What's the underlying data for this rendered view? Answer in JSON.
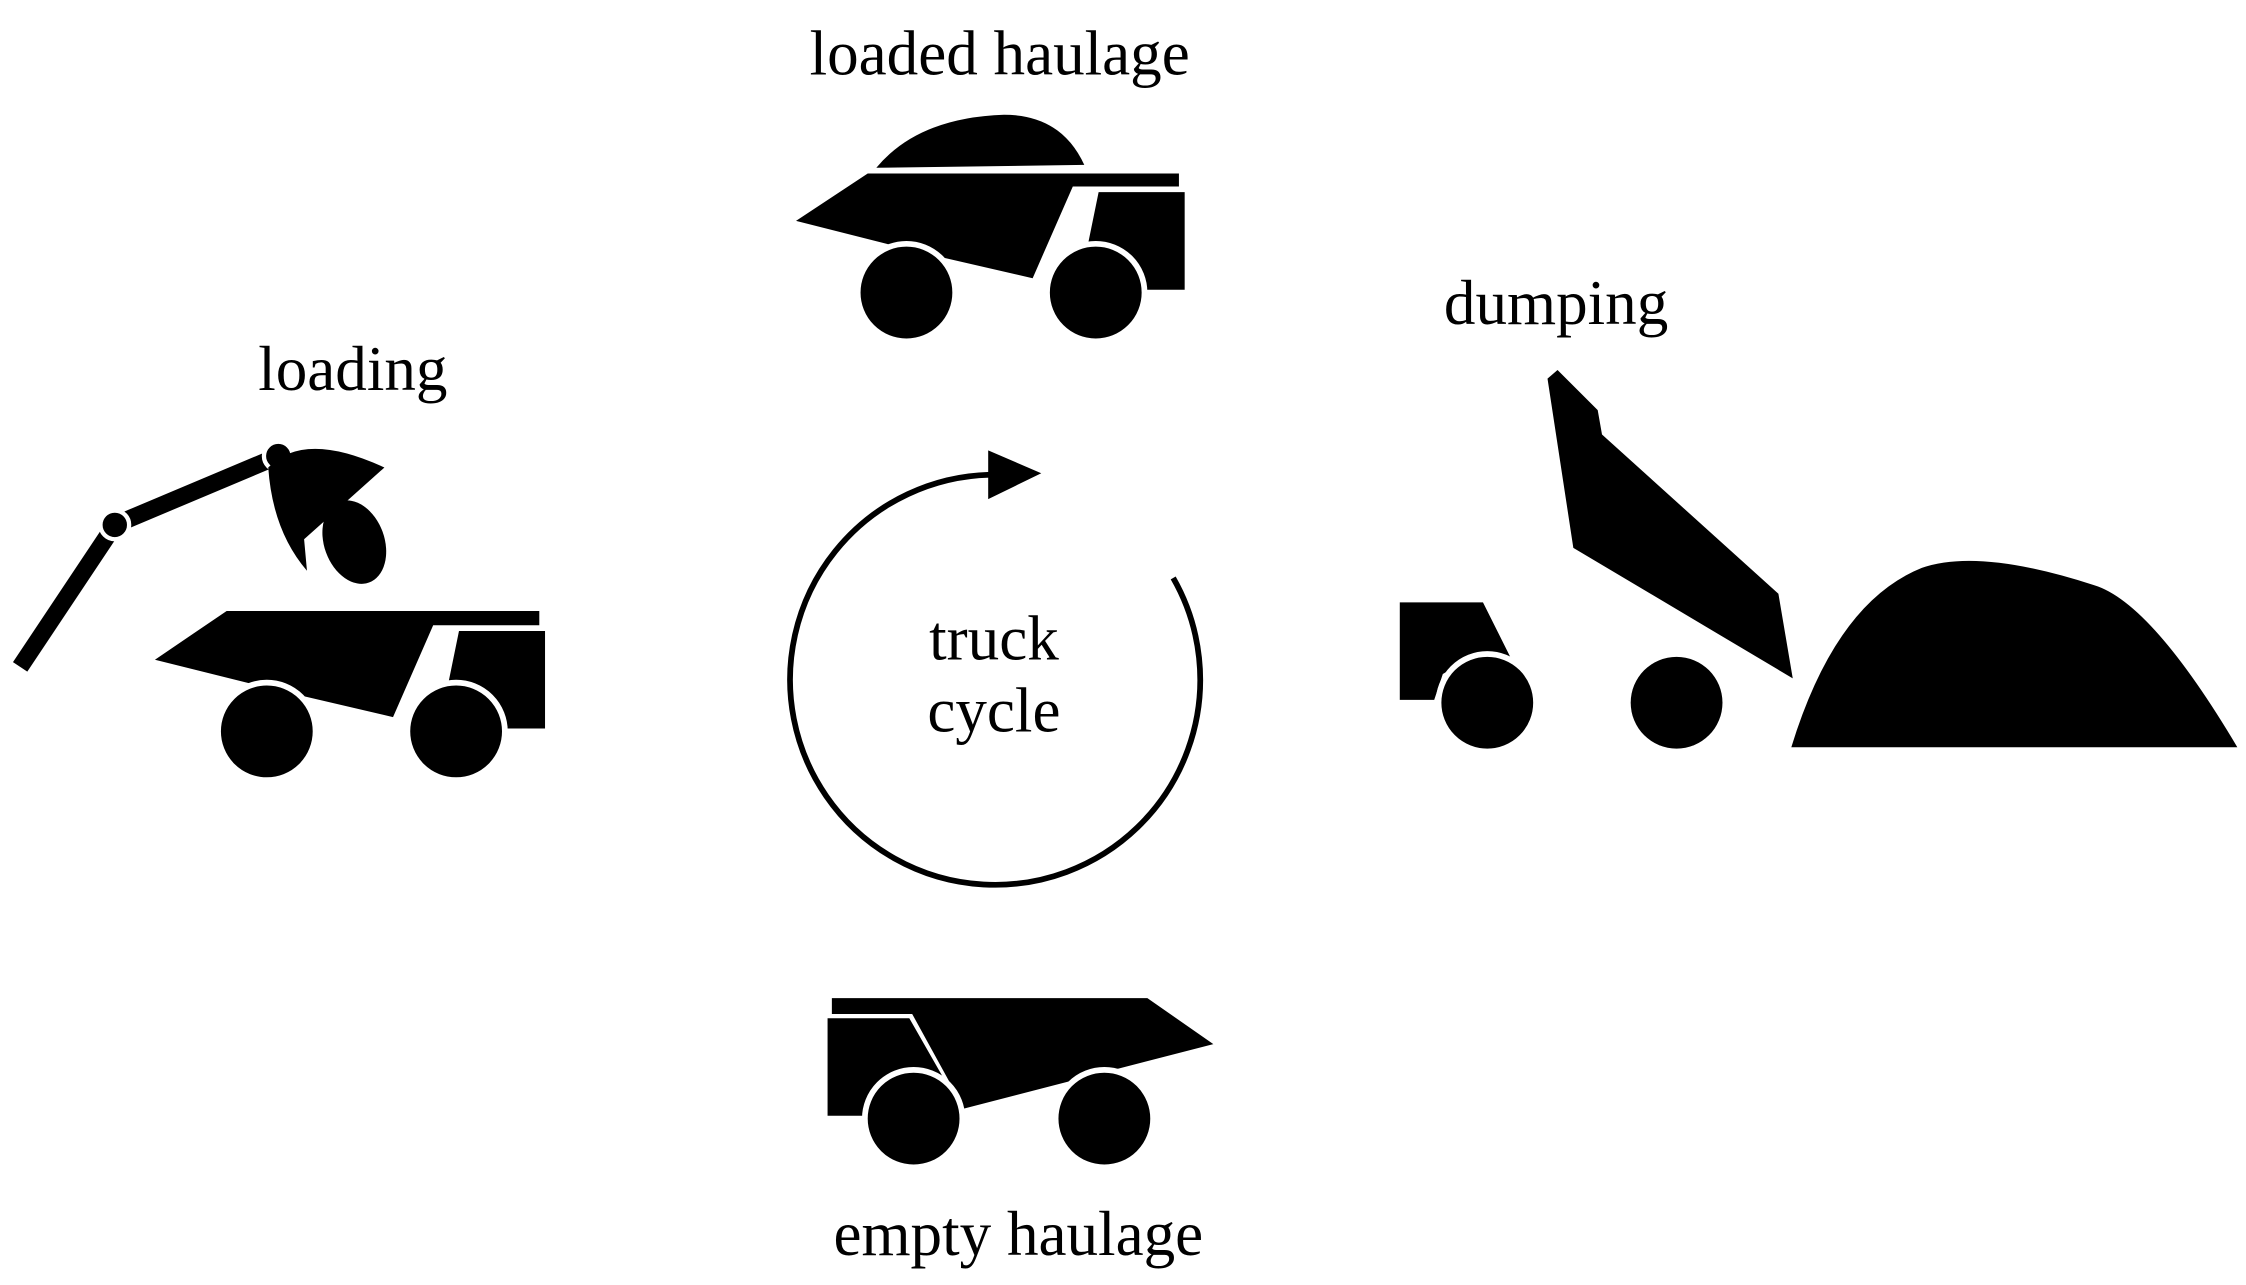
{
  "labels": {
    "loading": "loading",
    "loaded_haulage": "loaded haulage",
    "dumping": "dumping",
    "empty_haulage": "empty haulage",
    "cycle_line1": "truck",
    "cycle_line2": "cycle"
  },
  "colors": {
    "ink": "#000000",
    "background": "#ffffff"
  },
  "icons": [
    "excavator-icon",
    "loaded-truck-icon",
    "tipping-truck-icon",
    "empty-truck-icon",
    "material-pile-icon",
    "cycle-arrow-icon"
  ]
}
